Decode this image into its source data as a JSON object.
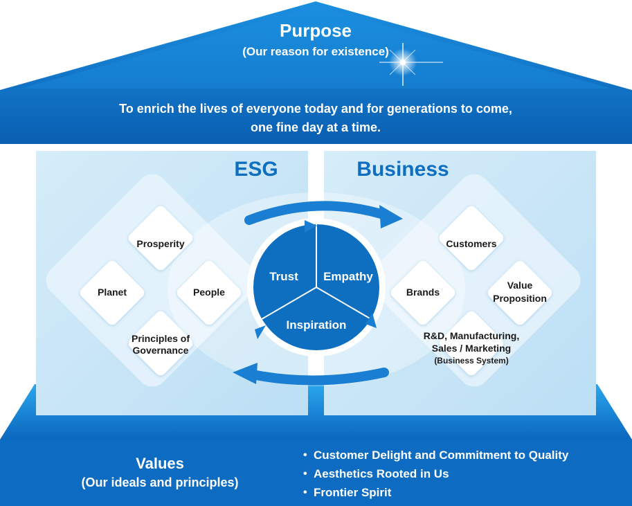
{
  "purpose": {
    "title": "Purpose",
    "subtitle": "(Our reason for existence)",
    "statement_line1": "To enrich the lives of everyone today and for generations to come,",
    "statement_line2": "one fine day at a time."
  },
  "esg": {
    "heading": "ESG",
    "items": {
      "prosperity": "Prosperity",
      "planet": "Planet",
      "people": "People",
      "governance_line1": "Principles of",
      "governance_line2": "Governance"
    }
  },
  "business": {
    "heading": "Business",
    "items": {
      "customers": "Customers",
      "brands": "Brands",
      "value_line1": "Value",
      "value_line2": "Proposition",
      "rd_line1": "R&D, Manufacturing,",
      "rd_line2": "Sales / Marketing",
      "rd_line3": "(Business System)"
    }
  },
  "center": {
    "trust": "Trust",
    "empathy": "Empathy",
    "inspiration": "Inspiration"
  },
  "values": {
    "title": "Values",
    "subtitle": "(Our ideals and principles)",
    "bullets": [
      "Customer Delight and Commitment to Quality",
      "Aesthetics Rooted in Us",
      "Frontier Spirit"
    ]
  },
  "colors": {
    "primary_blue": "#0e6fc0",
    "dark_blue": "#0a5aa8",
    "light_panel": "#cfe7f6",
    "white": "#ffffff"
  }
}
